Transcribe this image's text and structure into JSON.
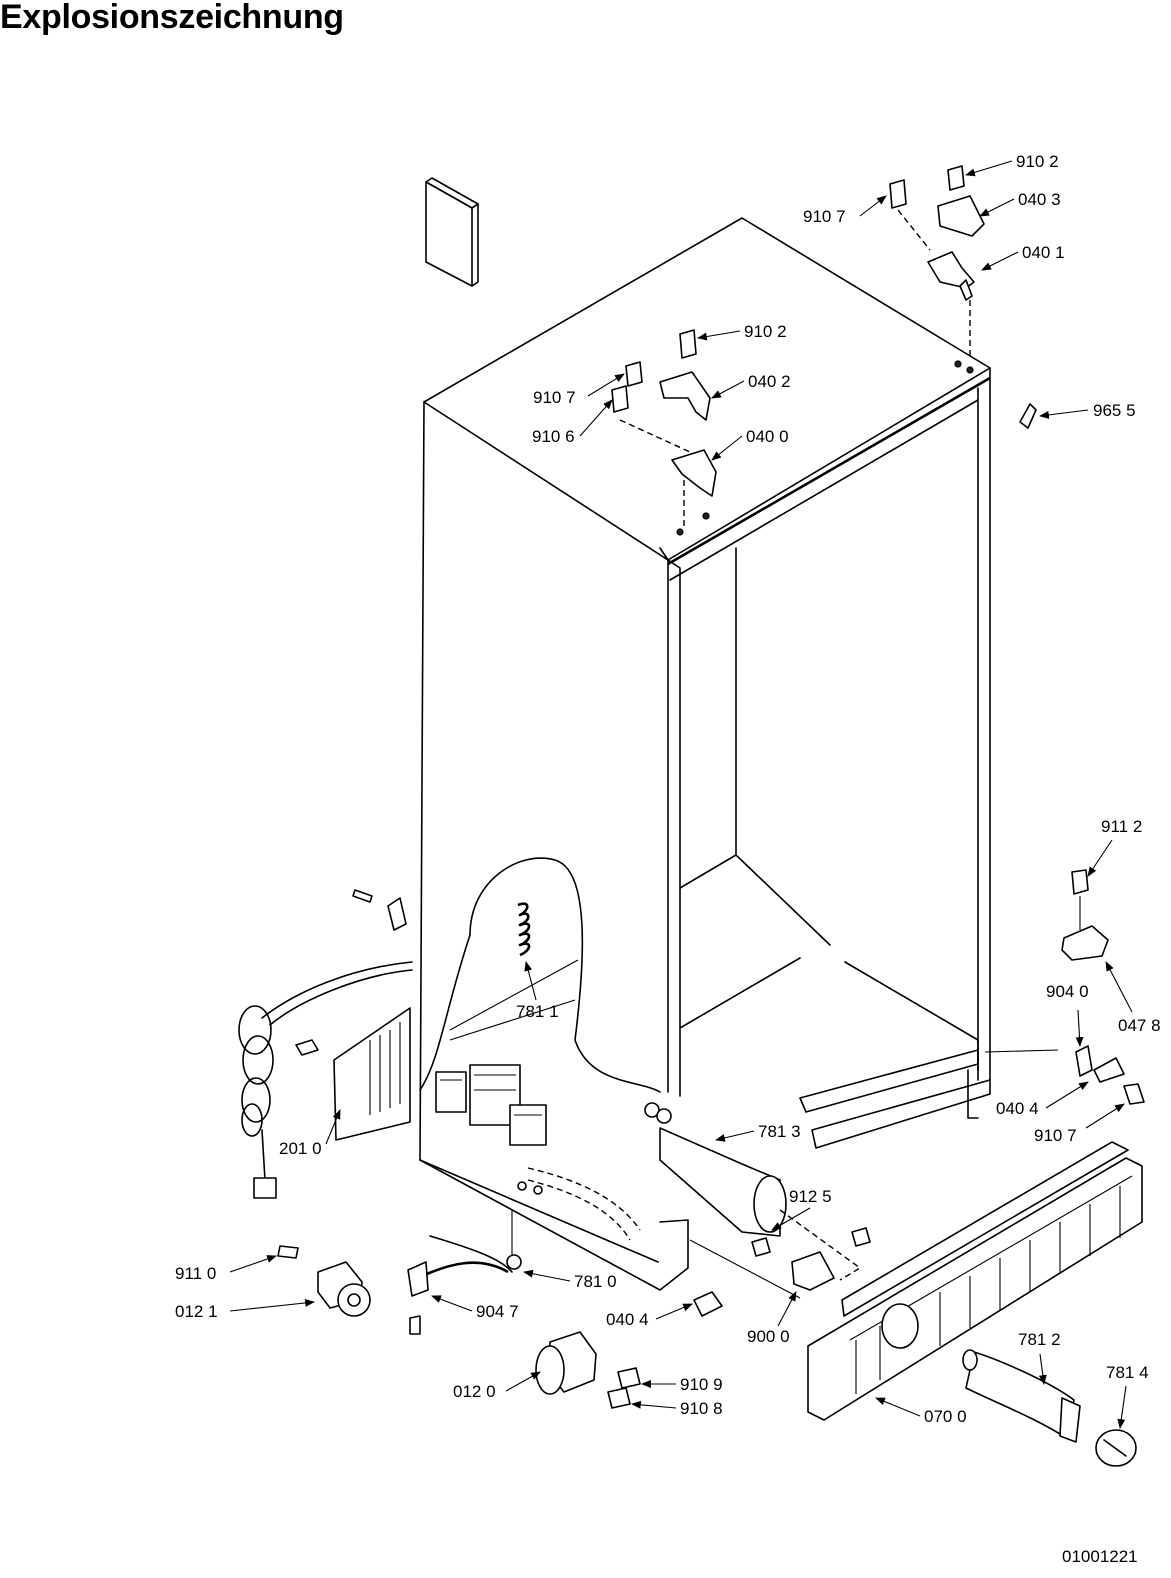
{
  "title": "Explosionszeichnung",
  "drawing_id": "01001221",
  "callouts": [
    {
      "id": "c-9102a",
      "text": "910 2"
    },
    {
      "id": "c-9107a",
      "text": "910 7"
    },
    {
      "id": "c-0403",
      "text": "040 3"
    },
    {
      "id": "c-0401",
      "text": "040 1"
    },
    {
      "id": "c-9102b",
      "text": "910 2"
    },
    {
      "id": "c-0402",
      "text": "040 2"
    },
    {
      "id": "c-9107b",
      "text": "910 7"
    },
    {
      "id": "c-9106",
      "text": "910 6"
    },
    {
      "id": "c-0400",
      "text": "040 0"
    },
    {
      "id": "c-9655",
      "text": "965 5"
    },
    {
      "id": "c-9112",
      "text": "911 2"
    },
    {
      "id": "c-9040",
      "text": "904 0"
    },
    {
      "id": "c-0478",
      "text": "047 8"
    },
    {
      "id": "c-0404a",
      "text": "040 4"
    },
    {
      "id": "c-9107c",
      "text": "910 7"
    },
    {
      "id": "c-7811",
      "text": "781 1"
    },
    {
      "id": "c-7813",
      "text": "781 3"
    },
    {
      "id": "c-2010",
      "text": "201 0"
    },
    {
      "id": "c-9125",
      "text": "912 5"
    },
    {
      "id": "c-9110",
      "text": "911 0"
    },
    {
      "id": "c-0121",
      "text": "012 1"
    },
    {
      "id": "c-7810",
      "text": "781 0"
    },
    {
      "id": "c-9047",
      "text": "904 7"
    },
    {
      "id": "c-0404b",
      "text": "040 4"
    },
    {
      "id": "c-9000",
      "text": "900 0"
    },
    {
      "id": "c-7812",
      "text": "781 2"
    },
    {
      "id": "c-7814",
      "text": "781 4"
    },
    {
      "id": "c-0120",
      "text": "012 0"
    },
    {
      "id": "c-9109",
      "text": "910 9"
    },
    {
      "id": "c-9108",
      "text": "910 8"
    },
    {
      "id": "c-0700",
      "text": "070 0"
    }
  ]
}
